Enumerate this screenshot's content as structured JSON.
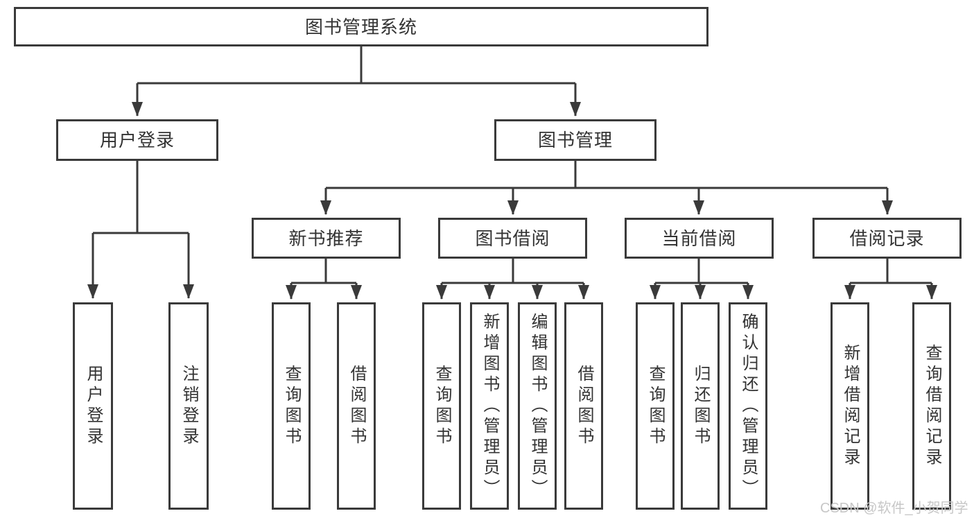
{
  "tree": {
    "root": "图书管理系统",
    "level2": [
      {
        "label": "用户登录",
        "children": [
          {
            "label": "用户登录"
          },
          {
            "label": "注销登录"
          }
        ]
      },
      {
        "label": "图书管理"
      }
    ],
    "level3": [
      {
        "label": "新书推荐",
        "children": [
          {
            "label": "查询图书"
          },
          {
            "label": "借阅图书"
          }
        ]
      },
      {
        "label": "图书借阅",
        "children": [
          {
            "label": "查询图书"
          },
          {
            "label": "新增图书（管理员）"
          },
          {
            "label": "编辑图书（管理员）"
          },
          {
            "label": "借阅图书"
          }
        ]
      },
      {
        "label": "当前借阅",
        "children": [
          {
            "label": "查询图书"
          },
          {
            "label": "归还图书"
          },
          {
            "label": "确认归还（管理员）"
          }
        ]
      },
      {
        "label": "借阅记录",
        "children": [
          {
            "label": "新增借阅记录"
          },
          {
            "label": "查询借阅记录"
          }
        ]
      }
    ]
  },
  "watermark": "CSDN @软件_小贺同学",
  "colors": {
    "line": "#3a3a3a",
    "text": "#333333",
    "box_bg": "#ffffff",
    "watermark": "#c7c7c7"
  }
}
